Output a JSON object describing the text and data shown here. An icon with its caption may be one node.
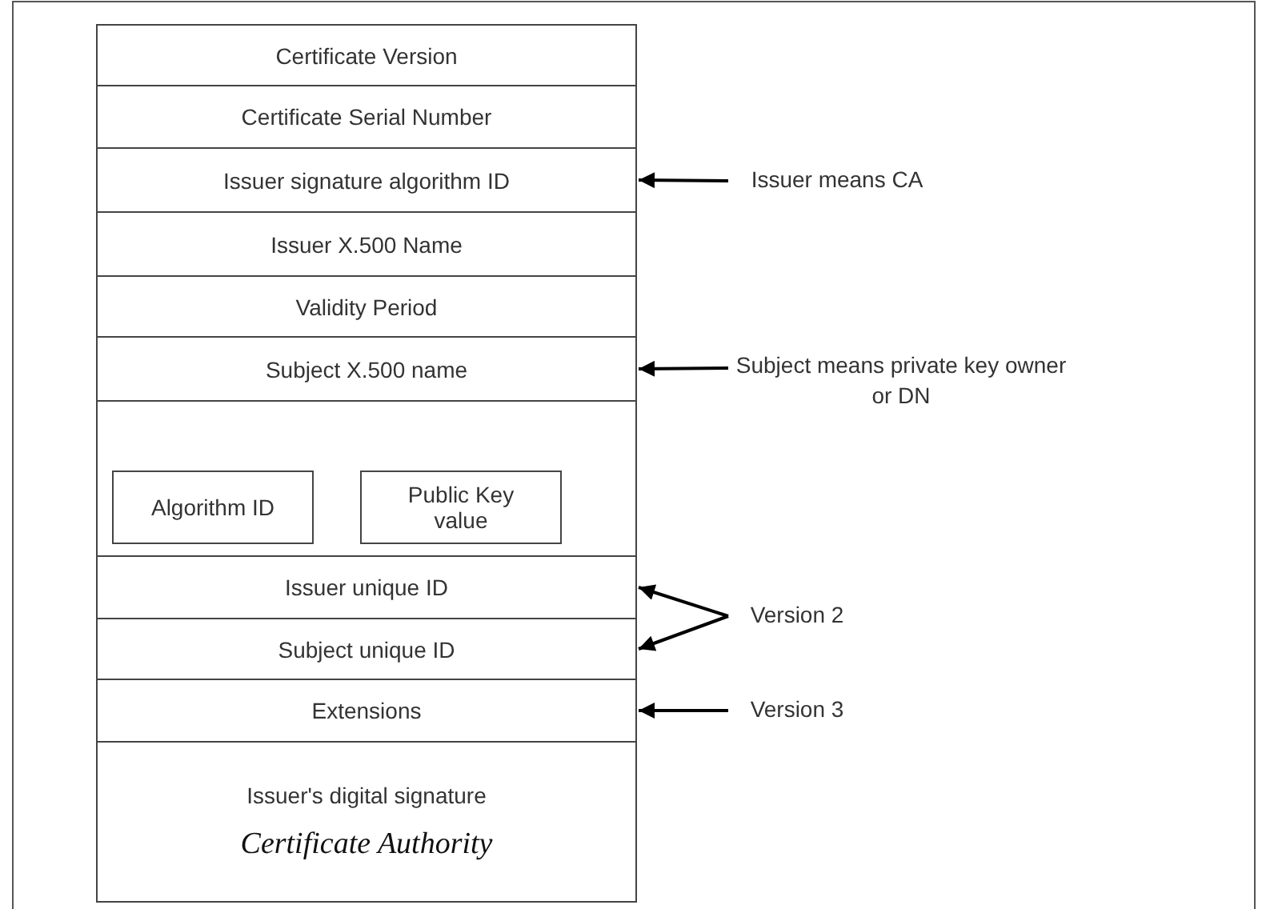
{
  "diagram": {
    "nodes": [
      {
        "text": [
          "Certificate Version"
        ]
      },
      {
        "text": [
          "Certificate Serial Number"
        ]
      },
      {
        "text": [
          "Issuer signature algorithm ID"
        ]
      },
      {
        "text": [
          "Issuer X.500 Name"
        ]
      },
      {
        "text": [
          "Validity Period"
        ]
      },
      {
        "text": [
          "Subject X.500 name"
        ]
      },
      {
        "text": [],
        "shape": "box"
      },
      {
        "text": [
          "Algorithm ID"
        ],
        "in": 6
      },
      {
        "text": [
          "Public Key value"
        ],
        "in": 6
      },
      {
        "text": [
          "Issuer unique ID"
        ]
      },
      {
        "text": [
          "Subject unique ID"
        ]
      },
      {
        "text": [
          "Extensions"
        ]
      },
      {
        "text": [
          "Issuer's digital signature",
          "Certificate Authority"
        ]
      },
      {
        "text": [
          "Issuer means CA"
        ]
      },
      {
        "text": [
          "Subject means private key owner or DN"
        ]
      },
      {
        "text": [
          "Version 2"
        ]
      },
      {
        "text": [
          "Version 3"
        ]
      }
    ],
    "edges": [
      {
        "from": 13,
        "to": 2,
        "arrow": "to"
      },
      {
        "from": 14,
        "to": 5,
        "arrow": "to"
      },
      {
        "from": 15,
        "to": 9,
        "arrow": "to"
      },
      {
        "from": 15,
        "to": 10,
        "arrow": "to"
      },
      {
        "from": 16,
        "to": 11,
        "arrow": "to"
      }
    ]
  }
}
